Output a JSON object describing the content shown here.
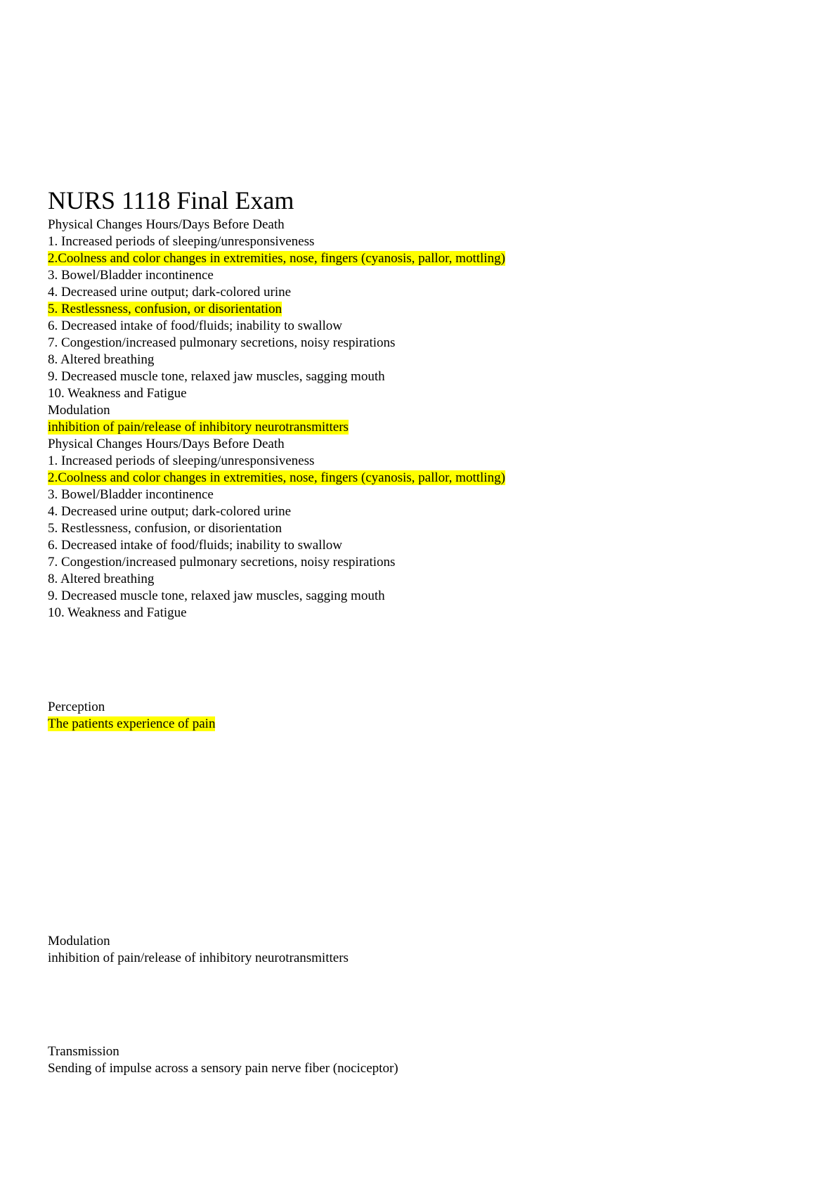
{
  "document": {
    "title": "NURS 1118 Final Exam",
    "highlight_color": "#ffff00",
    "lines": [
      {
        "text": "Physical Changes Hours/Days Before Death",
        "highlight": false
      },
      {
        "text": "1. Increased periods of sleeping/unresponsiveness",
        "highlight": false
      },
      {
        "text": "2.Coolness and color changes in extremities, nose, fingers (cyanosis, pallor, mottling)",
        "highlight": true
      },
      {
        "text": "3. Bowel/Bladder incontinence",
        "highlight": false
      },
      {
        "text": "4. Decreased urine output; dark-colored urine",
        "highlight": false
      },
      {
        "text": "5. Restlessness, confusion, or disorientation",
        "highlight": true
      },
      {
        "text": "6. Decreased intake of food/fluids; inability to swallow",
        "highlight": false
      },
      {
        "text": "7. Congestion/increased pulmonary secretions, noisy respirations",
        "highlight": false
      },
      {
        "text": "8. Altered breathing",
        "highlight": false
      },
      {
        "text": "9. Decreased muscle tone, relaxed jaw muscles, sagging mouth",
        "highlight": false
      },
      {
        "text": "10. Weakness and Fatigue",
        "highlight": false
      },
      {
        "text": "Modulation",
        "highlight": false
      },
      {
        "text": "inhibition of pain/release of inhibitory neurotransmitters",
        "highlight": true
      },
      {
        "text": "Physical Changes Hours/Days Before Death",
        "highlight": false
      },
      {
        "text": "1. Increased periods of sleeping/unresponsiveness",
        "highlight": false
      },
      {
        "text": "2.Coolness and color changes in extremities, nose, fingers (cyanosis, pallor, mottling)",
        "highlight": true
      },
      {
        "text": "3. Bowel/Bladder incontinence",
        "highlight": false
      },
      {
        "text": "4. Decreased urine output; dark-colored urine",
        "highlight": false
      },
      {
        "text": "5. Restlessness, confusion, or disorientation",
        "highlight": false
      },
      {
        "text": "6. Decreased intake of food/fluids; inability to swallow",
        "highlight": false
      },
      {
        "text": "7. Congestion/increased pulmonary secretions, noisy respirations",
        "highlight": false
      },
      {
        "text": "8. Altered breathing",
        "highlight": false
      },
      {
        "text": "9. Decreased muscle tone, relaxed jaw muscles, sagging mouth",
        "highlight": false
      },
      {
        "text": "10. Weakness and Fatigue",
        "highlight": false
      },
      {
        "text": "Perception",
        "highlight": false
      },
      {
        "text": "The patients experience of pain",
        "highlight": true
      },
      {
        "text": "Modulation",
        "highlight": false
      },
      {
        "text": "inhibition of pain/release of inhibitory neurotransmitters",
        "highlight": false
      },
      {
        "text": "Transmission",
        "highlight": false
      },
      {
        "text": "Sending of impulse across a sensory pain nerve fiber (nociceptor)",
        "highlight": false
      }
    ]
  }
}
